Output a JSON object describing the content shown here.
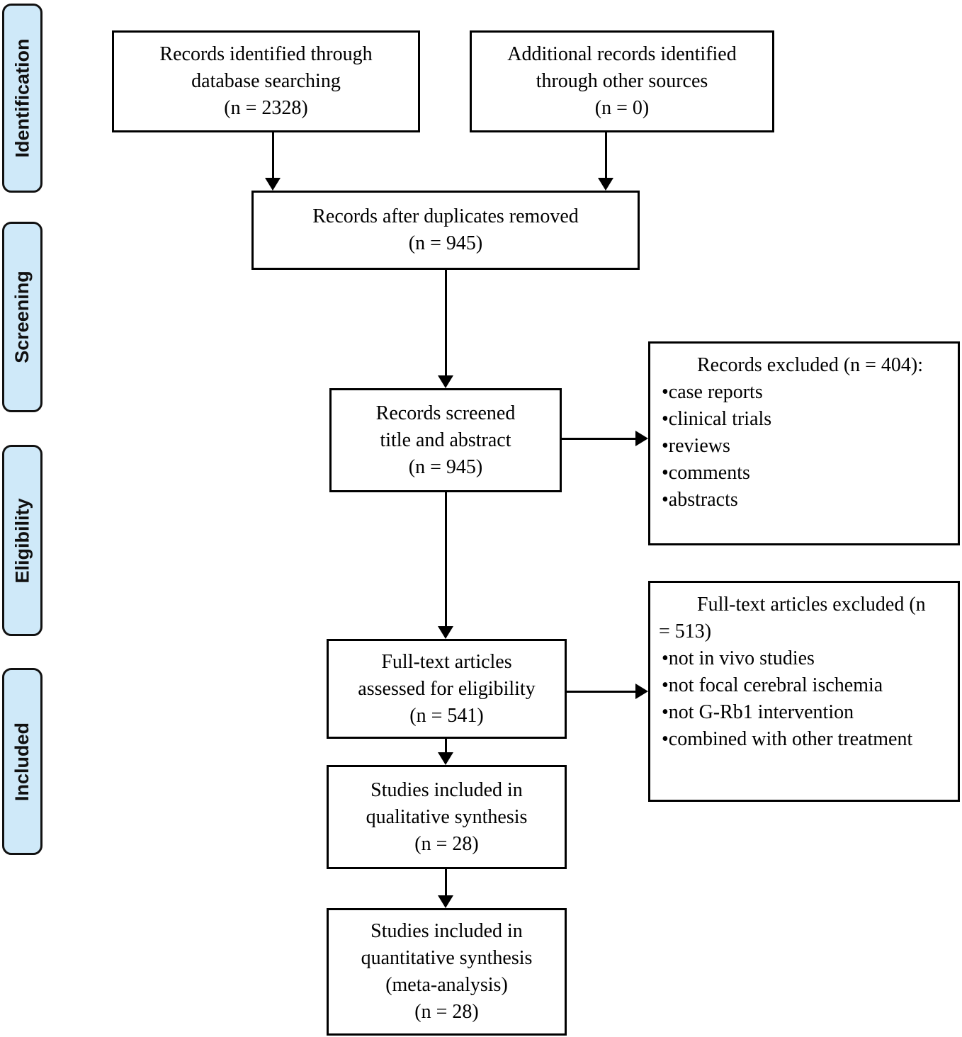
{
  "colors": {
    "stage_fill": "#cfe9f9",
    "box_border": "#000000",
    "box_background": "#ffffff",
    "text": "#000000"
  },
  "sidebar": {
    "labels": [
      {
        "text": "Identification"
      },
      {
        "text": "Screening"
      },
      {
        "text": "Eligibility"
      },
      {
        "text": "Included"
      }
    ]
  },
  "flow": {
    "records_identified": {
      "lines": [
        "Records identified through",
        "database searching",
        "(n = 2328)"
      ]
    },
    "additional_records": {
      "lines": [
        "Additional records identified",
        "through other sources",
        "(n = 0)"
      ]
    },
    "after_duplicates": {
      "lines": [
        "Records after duplicates removed",
        "(n = 945)"
      ]
    },
    "records_screened": {
      "lines": [
        "Records screened",
        "title and abstract",
        "(n = 945)"
      ]
    },
    "fulltext_assessed": {
      "lines": [
        "Full-text articles",
        "assessed for eligibility",
        "(n = 541)"
      ]
    },
    "qualitative_synthesis": {
      "lines": [
        "Studies included in",
        "qualitative synthesis",
        "(n = 28)"
      ]
    },
    "quantitative_synthesis": {
      "lines": [
        "Studies included in",
        "quantitative synthesis",
        "(meta-analysis)",
        "(n = 28)"
      ]
    },
    "records_excluded": {
      "title": "Records excluded (n = 404):",
      "bullets": [
        "•case reports",
        "•clinical trials",
        "•reviews",
        "•comments",
        "•abstracts"
      ]
    },
    "fulltext_excluded": {
      "title_line1": "Full-text articles excluded (n",
      "title_line2": "= 513)",
      "bullets": [
        "•not in vivo studies",
        "•not focal cerebral ischemia",
        "•not G-Rb1 intervention",
        "•combined with other treatment"
      ]
    }
  }
}
